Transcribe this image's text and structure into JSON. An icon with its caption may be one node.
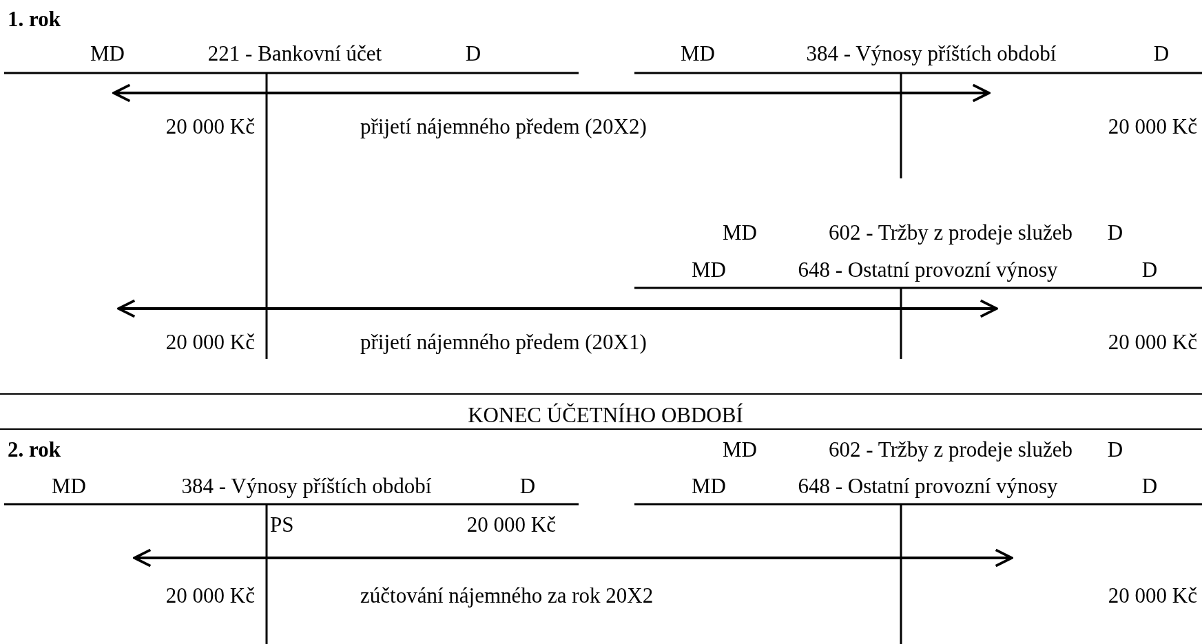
{
  "diagram": {
    "nodes": [
      {
        "text": [
          "MD",
          "221 - Bankovní účet",
          "D",
          "20 000 Kč",
          "20 000 Kč"
        ]
      },
      {
        "text": [
          "MD",
          "384 - Výnosy příštích období",
          "D",
          "20 000 Kč"
        ]
      },
      {
        "text": [
          "MD",
          "602 - Tržby z prodeje služeb",
          "D",
          "MD",
          "648 - Ostatní provozní výnosy",
          "D",
          "20 000 Kč"
        ]
      },
      {
        "text": [
          "MD",
          "384 - Výnosy příštích období",
          "D",
          "PS",
          "20 000 Kč",
          "20 000 Kč"
        ]
      },
      {
        "text": [
          "MD",
          "602 - Tržby z prodeje služeb",
          "D",
          "MD",
          "648 - Ostatní provozní výnosy",
          "D",
          "20 000 Kč"
        ]
      }
    ],
    "edges": [
      {
        "from": 0,
        "to": 1,
        "arrow": "both",
        "label": "přijetí nájemného předem (20X2)"
      },
      {
        "from": 0,
        "to": 2,
        "arrow": "both",
        "label": "přijetí nájemného předem (20X1)"
      },
      {
        "from": 3,
        "to": 4,
        "arrow": "both",
        "label": "zúčtování nájemného za rok 20X2"
      }
    ],
    "labels": [
      "1. rok",
      "KONEC ÚČETNÍHO OBDOBÍ",
      "2. rok"
    ]
  }
}
